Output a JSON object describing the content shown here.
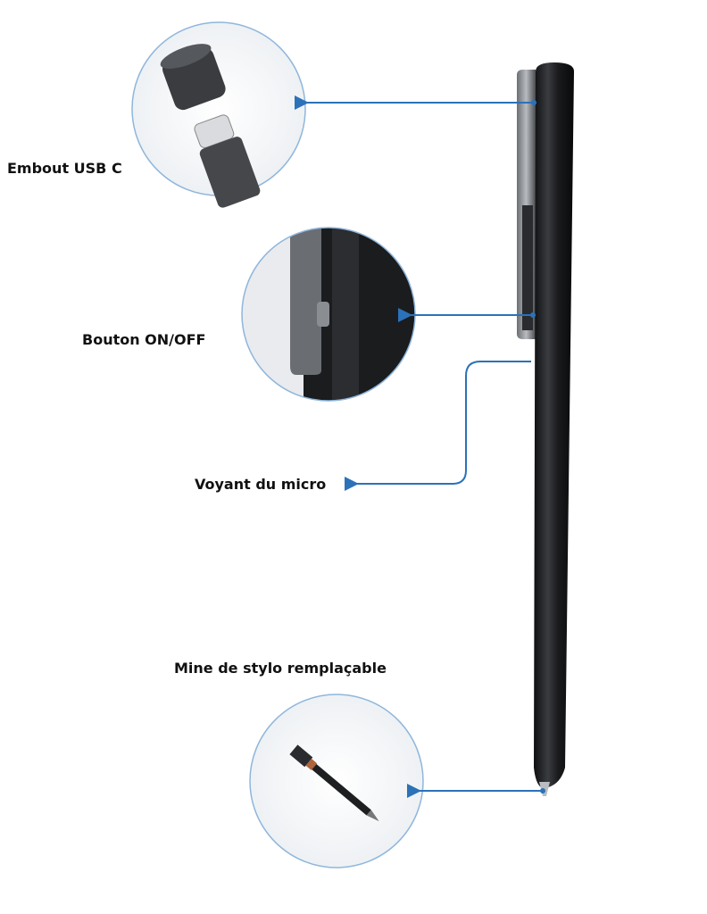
{
  "labels": {
    "usb": "Embout USB C",
    "button": "Bouton ON/OFF",
    "led": "Voyant du micro",
    "refill": "Mine de stylo remplaçable"
  },
  "colors": {
    "arrow": "#2b72b8",
    "circle_border": "#8fb6dc",
    "pen_body": "#1e1f21",
    "clip": "#4a4c50"
  }
}
